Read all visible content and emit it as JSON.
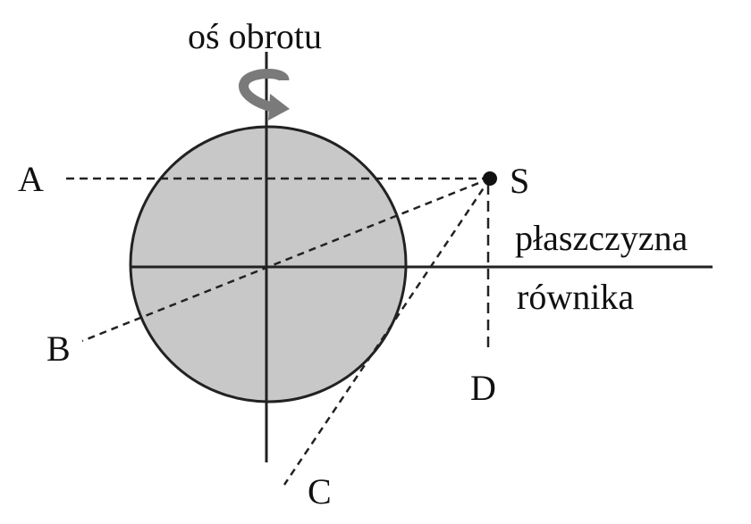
{
  "labels": {
    "axis": "oś obrotu",
    "point_a": "A",
    "point_b": "B",
    "point_c": "C",
    "point_d": "D",
    "point_s": "S",
    "plane_line1": "płaszczyzna",
    "plane_line2": "równika"
  },
  "colors": {
    "sphere_fill": "#c8c8c8",
    "stroke": "#222222",
    "rotation_arrow": "#7a7a7a"
  },
  "icons": {
    "rotation": "curved-rotation-arrow-icon",
    "source_point": "filled-dot"
  }
}
